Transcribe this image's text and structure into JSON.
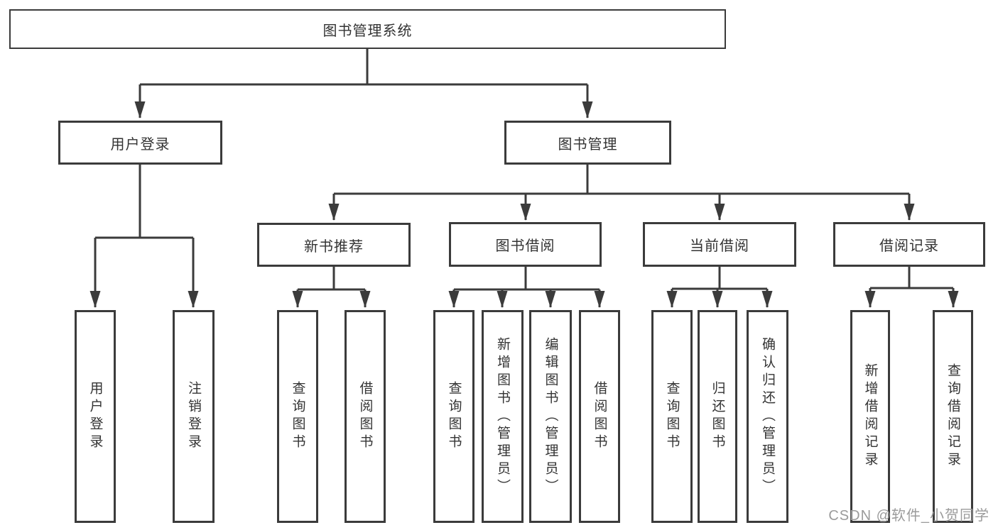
{
  "diagram": {
    "title": "图书管理系统",
    "colors": {
      "line": "#3b3b3b",
      "box_border": "#3b3b3b",
      "text": "#333333",
      "watermark": "#9b9b9b",
      "background": "#ffffff"
    },
    "root": {
      "label": "图书管理系统"
    },
    "level2": [
      {
        "label": "用户登录"
      },
      {
        "label": "图书管理"
      }
    ],
    "level3": [
      {
        "label": "新书推荐"
      },
      {
        "label": "图书借阅"
      },
      {
        "label": "当前借阅"
      },
      {
        "label": "借阅记录"
      }
    ],
    "leaves": {
      "user_login": [
        {
          "label": "用户登录"
        },
        {
          "label": "注销登录"
        }
      ],
      "new_book_recommend": [
        {
          "label": "查询图书"
        },
        {
          "label": "借阅图书"
        }
      ],
      "book_borrow": [
        {
          "label": "查询图书"
        },
        {
          "label": "新增图书（管理员）"
        },
        {
          "label": "编辑图书（管理员）"
        },
        {
          "label": "借阅图书"
        }
      ],
      "current_borrow": [
        {
          "label": "查询图书"
        },
        {
          "label": "归还图书"
        },
        {
          "label": "确认归还（管理员）"
        }
      ],
      "borrow_records": [
        {
          "label": "新增借阅记录"
        },
        {
          "label": "查询借阅记录"
        }
      ]
    },
    "watermark": "CSDN @软件_小贺同学"
  }
}
